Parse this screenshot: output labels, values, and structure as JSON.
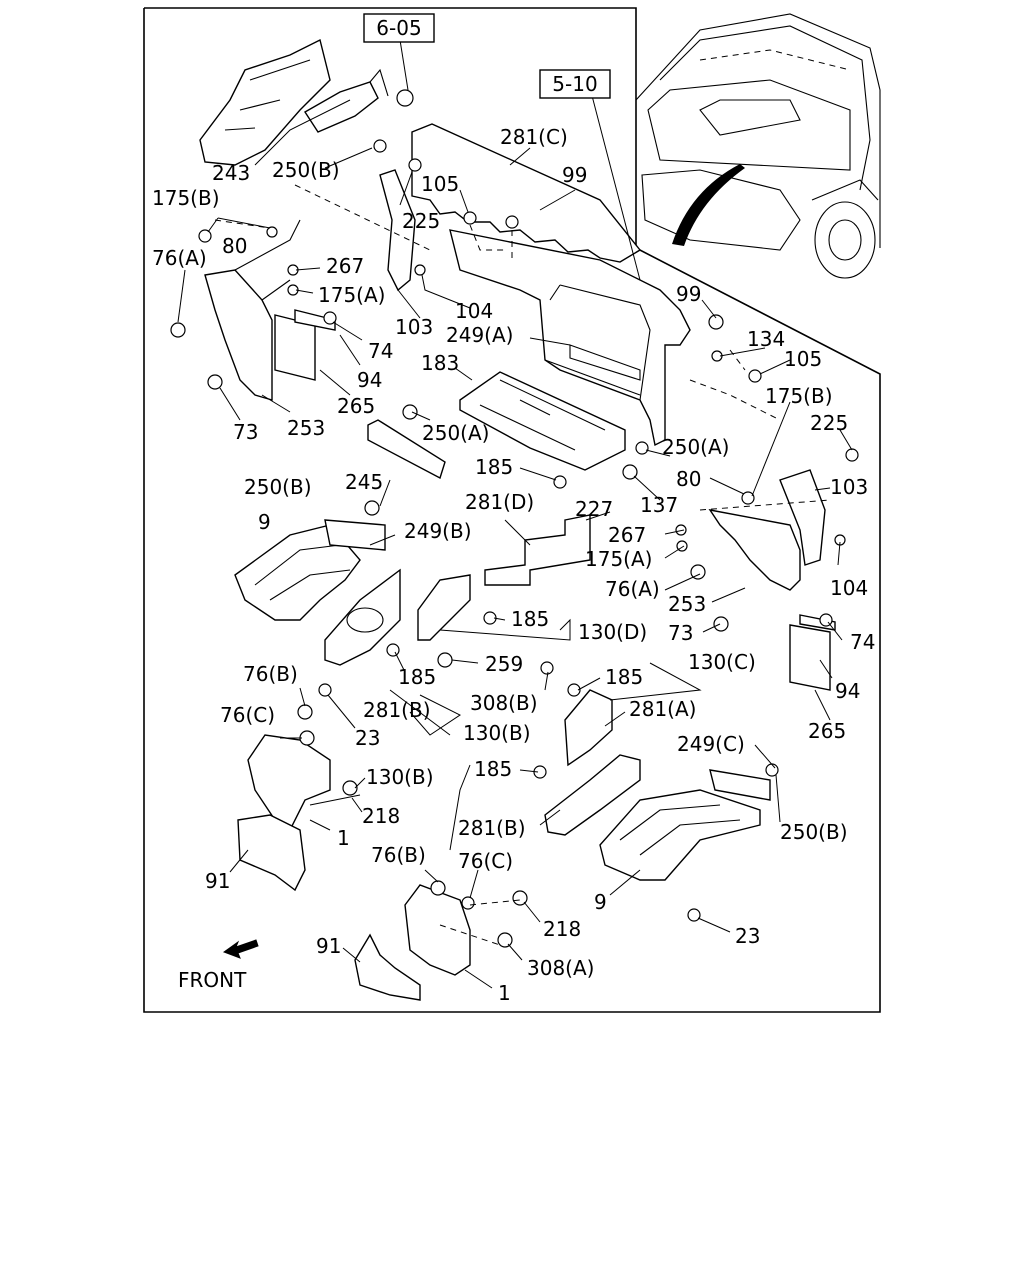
{
  "ref_boxes": {
    "ref_605": "6-05",
    "ref_510": "5-10"
  },
  "labels": {
    "l243": "243",
    "l250B_1": "250(B)",
    "l281C": "281(C)",
    "l105_1": "105",
    "l99_1": "99",
    "l175B_1": "175(B)",
    "l80_1": "80",
    "l225_1": "225",
    "l76A_1": "76(A)",
    "l267_1": "267",
    "l175A_1": "175(A)",
    "l104_1": "104",
    "l103_1": "103",
    "l249A": "249(A)",
    "l74_1": "74",
    "l94_1": "94",
    "l265_1": "265",
    "l73_1": "73",
    "l253_1": "253",
    "l183": "183",
    "l250A_1": "250(A)",
    "l99_2": "99",
    "l134": "134",
    "l105_2": "105",
    "l175B_2": "175(B)",
    "l225_2": "225",
    "l250A_2": "250(A)",
    "l185_1": "185",
    "l137": "137",
    "l80_2": "80",
    "l103_2": "103",
    "l245": "245",
    "l250B_2": "250(B)",
    "l281D": "281(D)",
    "l227": "227",
    "l9_1": "9",
    "l249B": "249(B)",
    "l267_2": "267",
    "l175A_2": "175(A)",
    "l76A_2": "76(A)",
    "l104_2": "104",
    "l253_2": "253",
    "l185_2": "185",
    "l130D": "130(D)",
    "l73_2": "73",
    "l74_2": "74",
    "l259": "259",
    "l185_3": "185",
    "l130C": "130(C)",
    "l76B_1": "76(B)",
    "l185_4": "185",
    "l308B": "308(B)",
    "l94_2": "94",
    "l281B_1": "281(B)",
    "l281A": "281(A)",
    "l76C_1": "76(C)",
    "l23_1": "23",
    "l130B_1": "130(B)",
    "l265_2": "265",
    "l249C": "249(C)",
    "l130B_2": "130(B)",
    "l185_5": "185",
    "l218_1": "218",
    "l1_1": "1",
    "l281B_2": "281(B)",
    "l250B_3": "250(B)",
    "l76B_2": "76(B)",
    "l76C_2": "76(C)",
    "l91_1": "91",
    "l9_2": "9",
    "l218_2": "218",
    "l23_2": "23",
    "l91_2": "91",
    "l308A": "308(A)",
    "l1_2": "1"
  },
  "front_label": "FRONT"
}
